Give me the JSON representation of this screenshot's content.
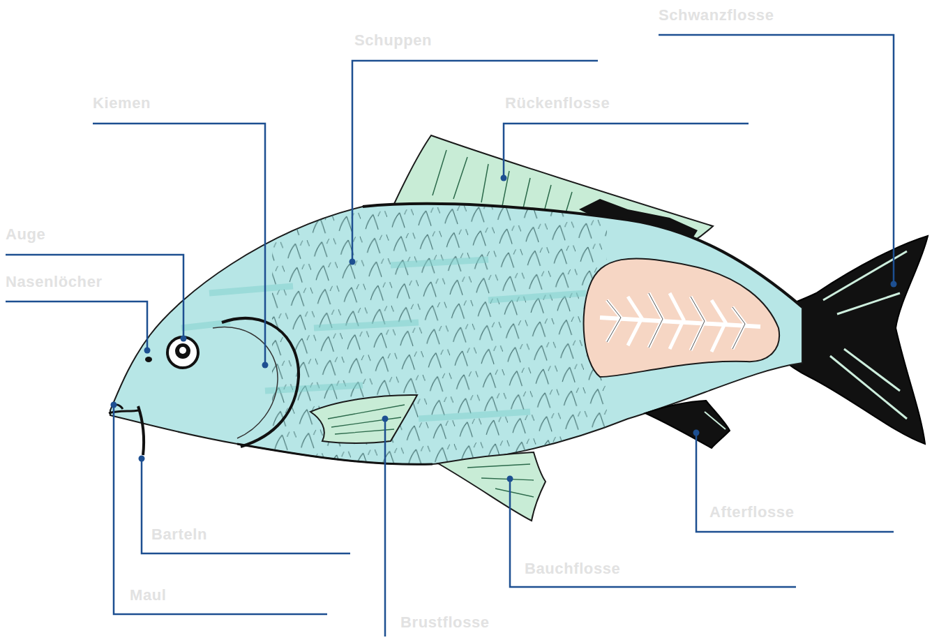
{
  "diagram": {
    "labels": [
      "Schwanzflosse",
      "Schuppen",
      "Kiemen",
      "Rückenflosse",
      "Auge",
      "Nasenlöcher",
      "Afterflosse",
      "Barteln",
      "Bauchflosse",
      "Maul",
      "Brustflosse"
    ]
  }
}
